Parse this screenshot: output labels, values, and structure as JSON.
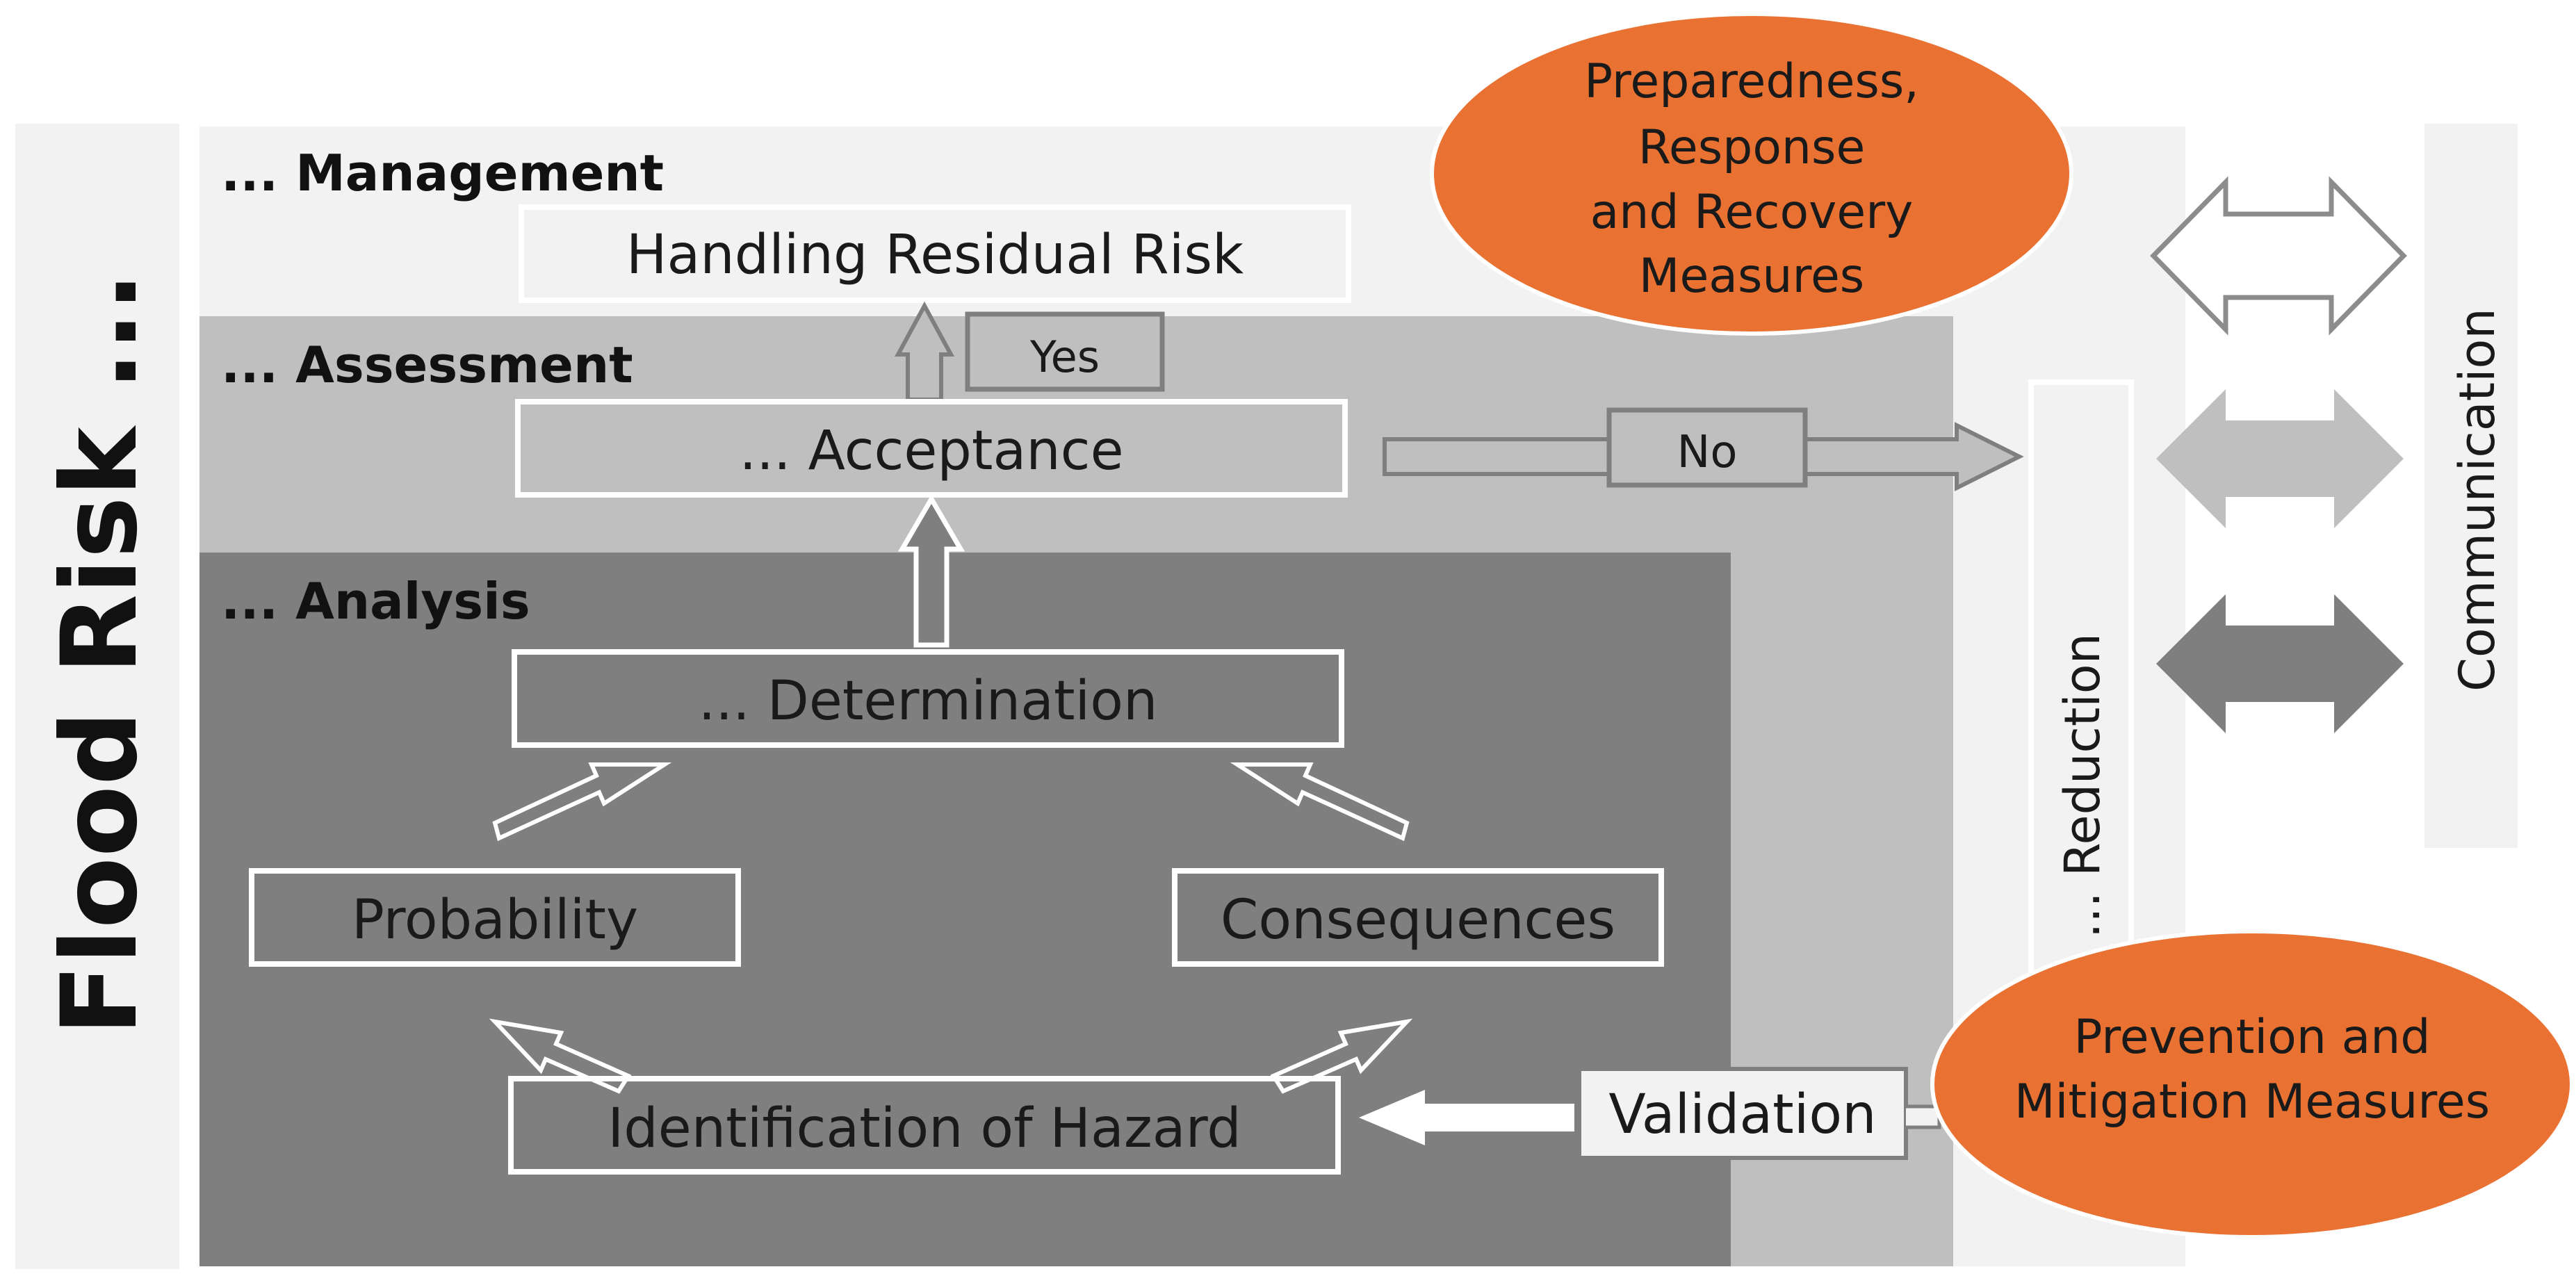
{
  "title": "Flood Risk ...",
  "sections": {
    "management": "... Management",
    "assessment": "... Assessment",
    "analysis": "... Analysis"
  },
  "boxes": {
    "handling_residual_risk": "Handling Residual Risk",
    "yes": "Yes",
    "acceptance": "... Acceptance",
    "no": "No",
    "determination": "... Determination",
    "probability": "Probability",
    "consequences": "Consequences",
    "identification": "Identification of Hazard",
    "validation": "Validation"
  },
  "reduction": "... Reduction",
  "communication": "Communication",
  "orange_top": [
    "Preparedness,",
    "Response",
    "and Recovery",
    "Measures"
  ],
  "orange_bottom": [
    "Prevention and",
    "Mitigation Measures"
  ],
  "colors": {
    "management_bg": "#f2f2f2",
    "assessment_bg": "#bfbfbf",
    "analysis_bg": "#7f7f7f",
    "orange": "#e97132"
  }
}
